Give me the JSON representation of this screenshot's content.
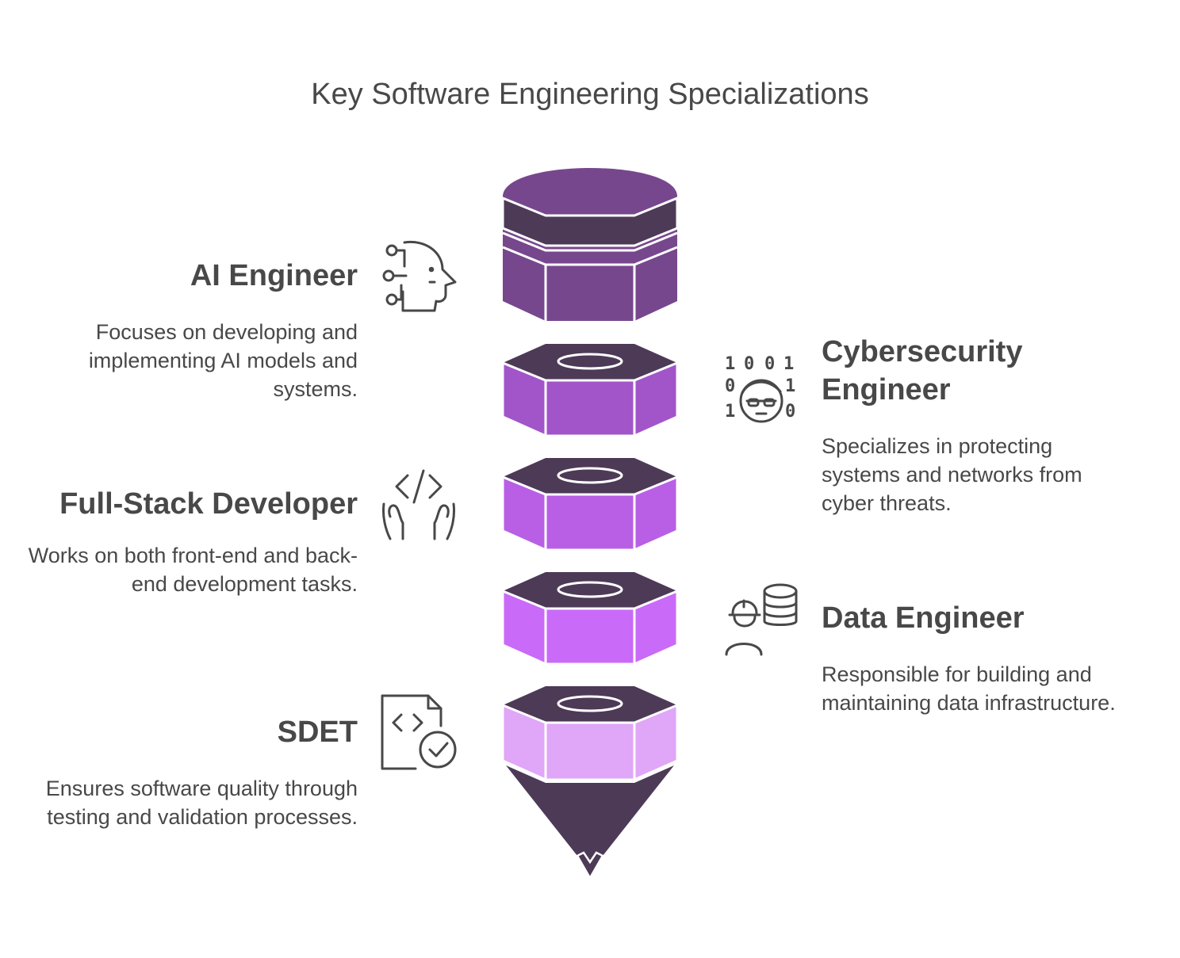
{
  "title": "Key Software Engineering Specializations",
  "items": [
    {
      "heading": "AI Engineer",
      "description": "Focuses on developing and implementing AI models and systems.",
      "icon": "ai-head-circuit-icon",
      "side": "left",
      "color": "#77478e"
    },
    {
      "heading": "Cybersecurity Engineer",
      "description": "Specializes in protecting systems and networks from cyber threats.",
      "icon": "hacker-binary-icon",
      "side": "right",
      "color": "#a255c9"
    },
    {
      "heading": "Full-Stack Developer",
      "description": "Works on both front-end and back-end development tasks.",
      "icon": "code-hands-icon",
      "side": "left",
      "color": "#b85fe5"
    },
    {
      "heading": "Data Engineer",
      "description": "Responsible for building and maintaining data infrastructure.",
      "icon": "engineer-database-icon",
      "side": "right",
      "color": "#c96af8"
    },
    {
      "heading": "SDET",
      "description": "Ensures software quality through testing and validation processes.",
      "icon": "code-file-check-icon",
      "side": "left",
      "color": "#e0a6f7"
    }
  ],
  "colors": {
    "dark": "#4d3a57",
    "text": "#484848"
  }
}
